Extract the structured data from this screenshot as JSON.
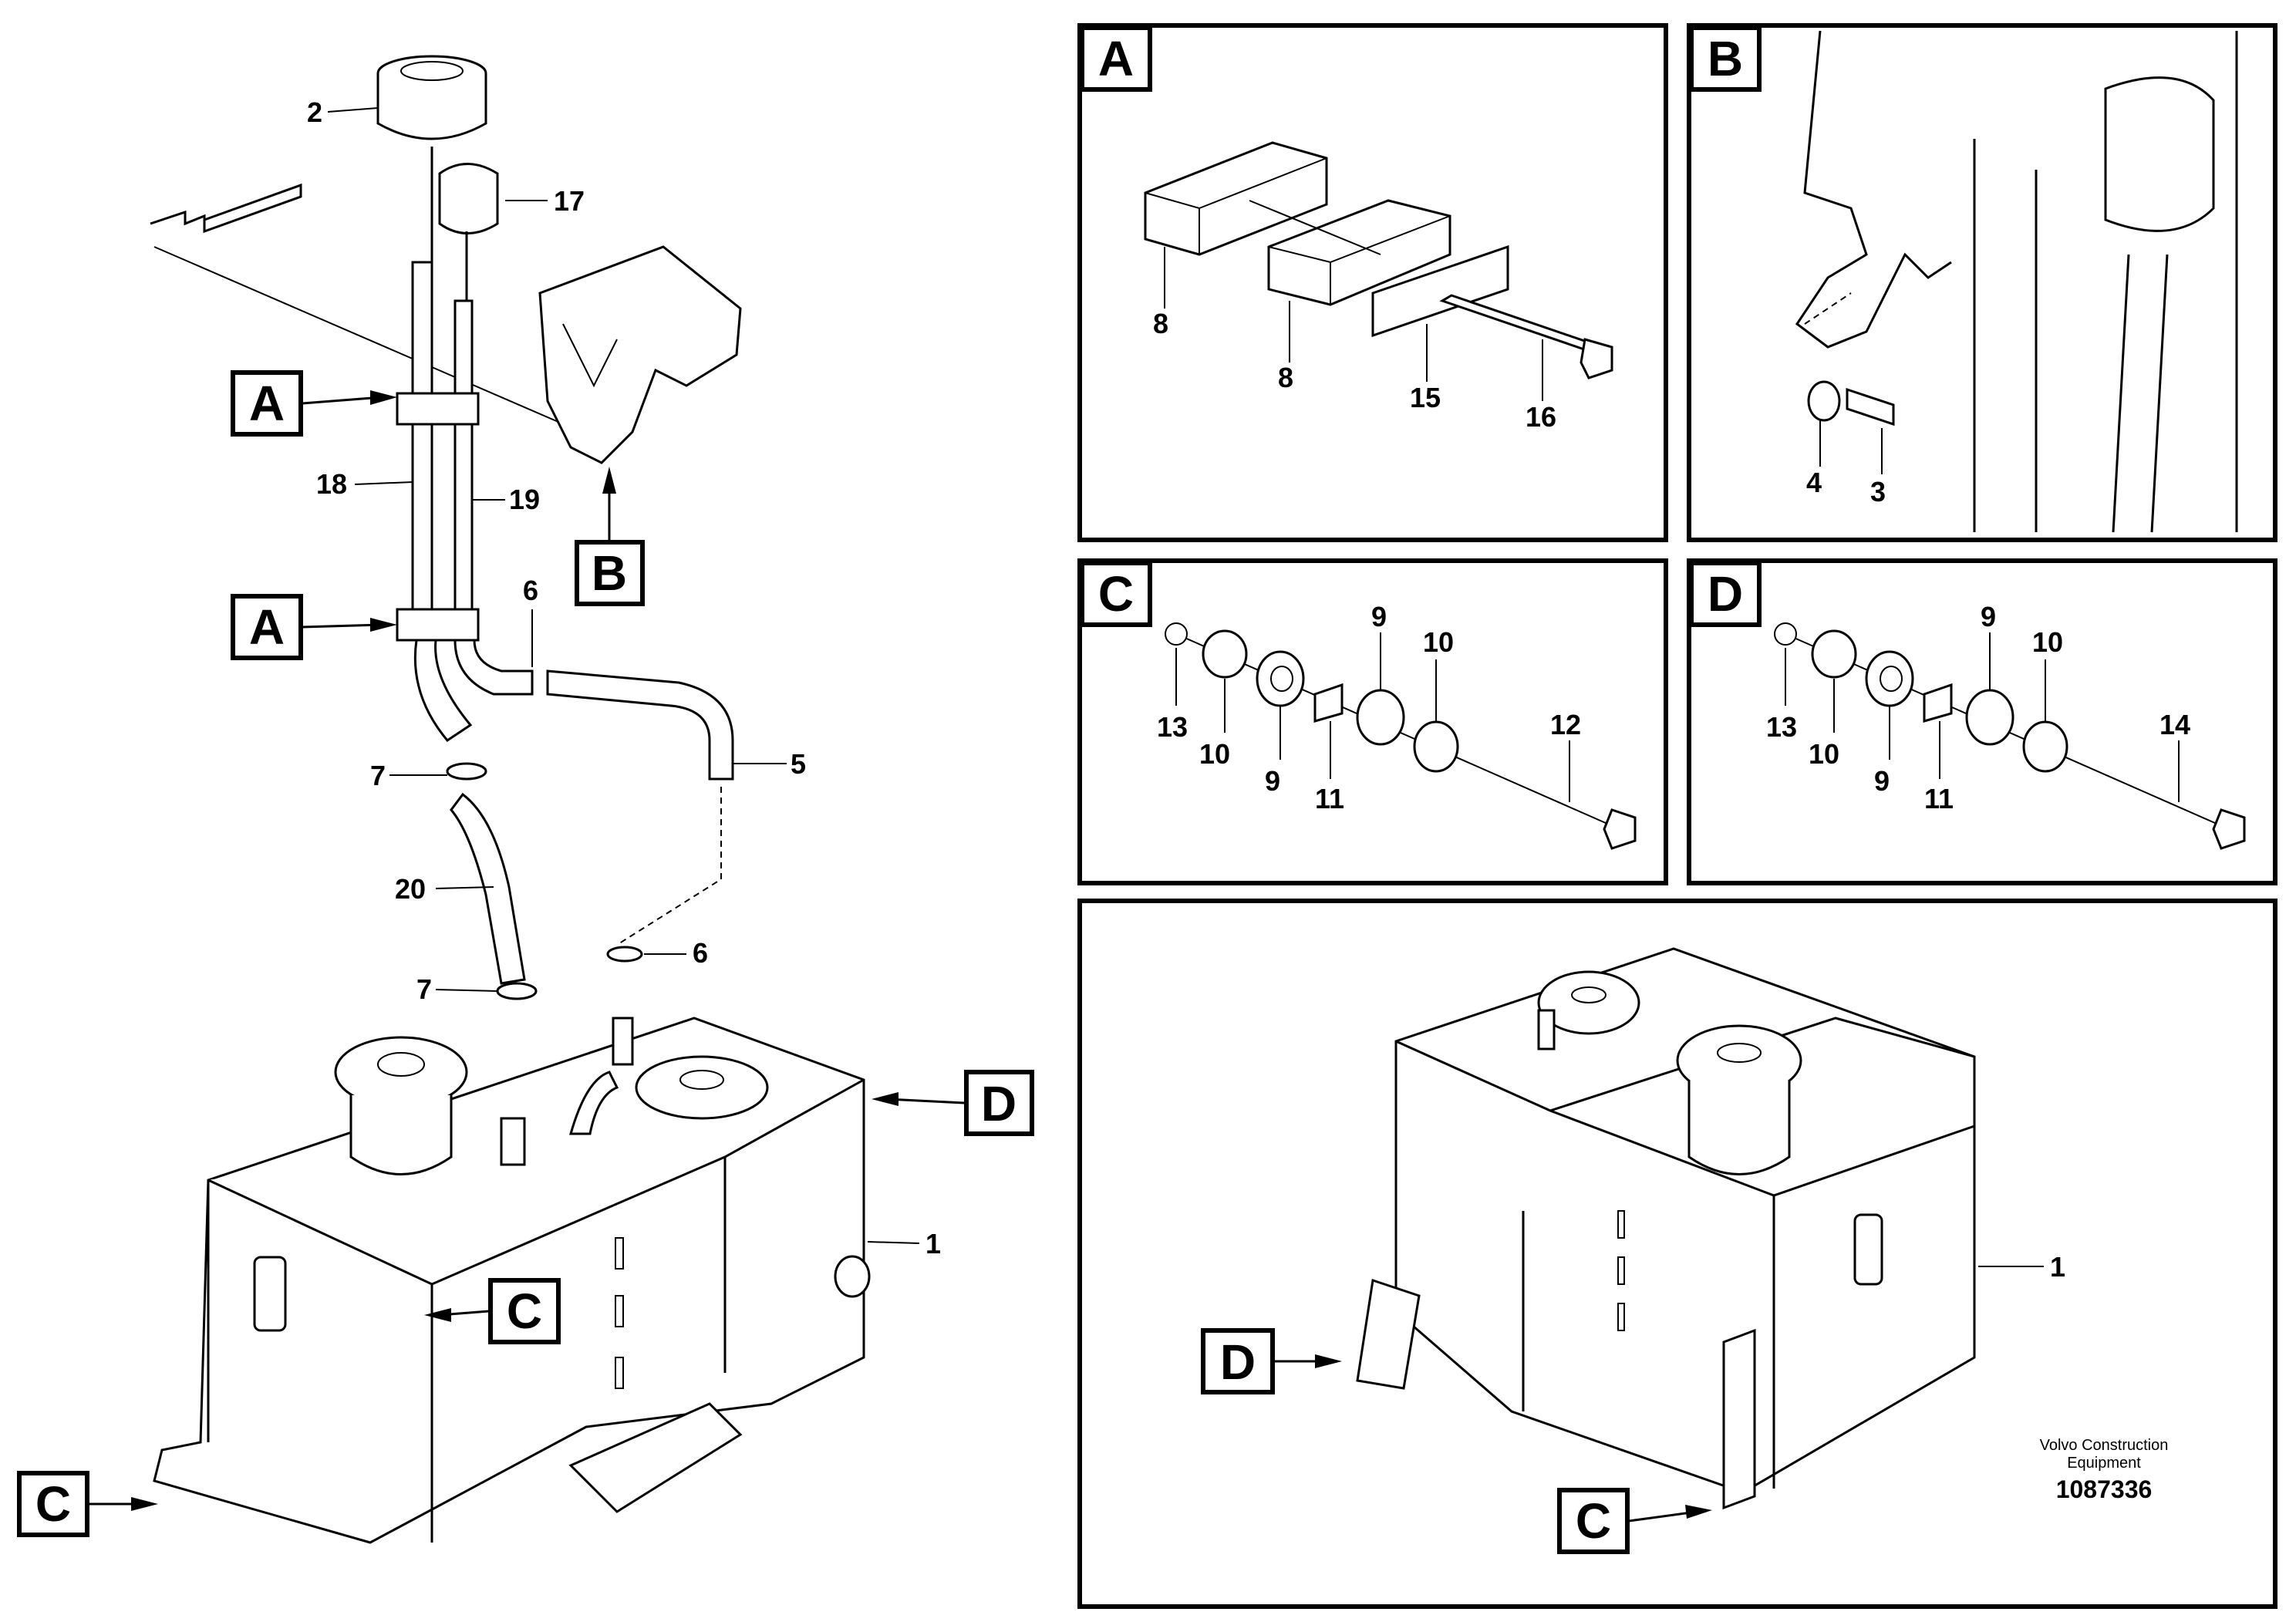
{
  "callouts": {
    "A": "A",
    "B": "B",
    "C": "C",
    "D": "D"
  },
  "parts": {
    "p1": "1",
    "p2": "2",
    "p3": "3",
    "p4": "4",
    "p5": "5",
    "p6": "6",
    "p7": "7",
    "p8": "8",
    "p9": "9",
    "p10": "10",
    "p11": "11",
    "p12": "12",
    "p13": "13",
    "p14": "14",
    "p15": "15",
    "p16": "16",
    "p17": "17",
    "p18": "18",
    "p19": "19",
    "p20": "20"
  },
  "credit": {
    "line1": "Volvo Construction",
    "line2": "Equipment",
    "number": "1087336"
  }
}
